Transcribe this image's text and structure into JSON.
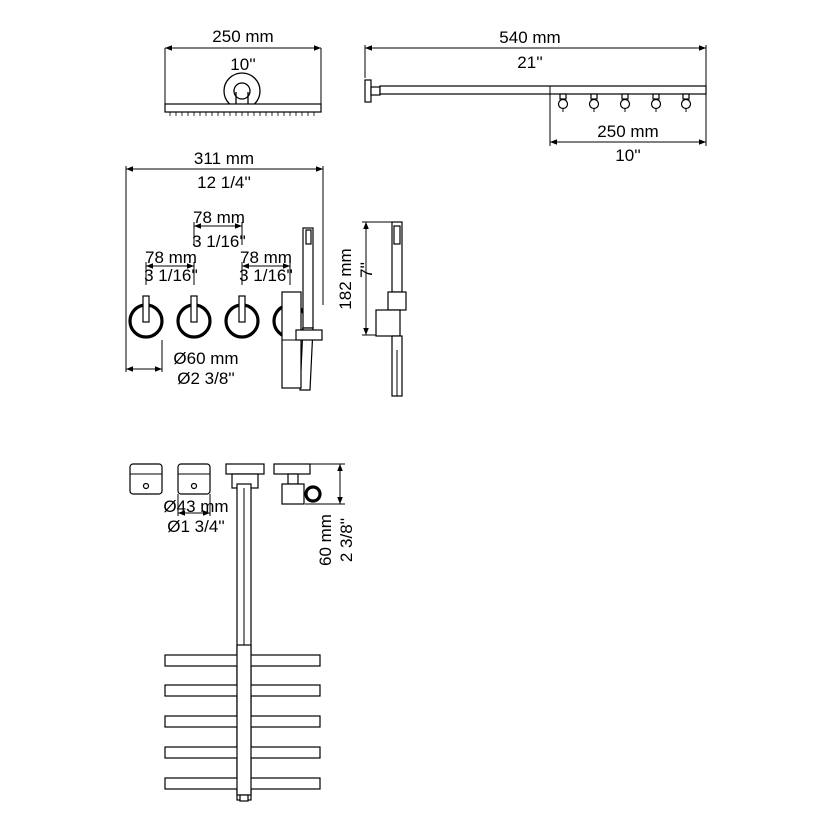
{
  "head_top": {
    "mm": "250 mm",
    "in": "10''"
  },
  "arm_length": {
    "mm": "540 mm",
    "in": "21''"
  },
  "head_side": {
    "mm": "250 mm",
    "in": "10''"
  },
  "overall_width": {
    "mm": "311 mm",
    "in": "12 1/4''"
  },
  "spacing_mid": {
    "mm": "78 mm",
    "in": "3 1/16''"
  },
  "spacing_left": {
    "mm": "78 mm",
    "in": "3 1/16''"
  },
  "spacing_right": {
    "mm": "78 mm",
    "in": "3 1/16''"
  },
  "handle_height": {
    "mm": "182 mm",
    "in": "7''"
  },
  "knob_diameter": {
    "mm": "Ø60 mm",
    "in": "Ø2 3/8''"
  },
  "valve_diameter": {
    "mm": "Ø43 mm",
    "in": "Ø1 3/4''"
  },
  "projection": {
    "mm": "60 mm",
    "in": "2 3/8''"
  }
}
